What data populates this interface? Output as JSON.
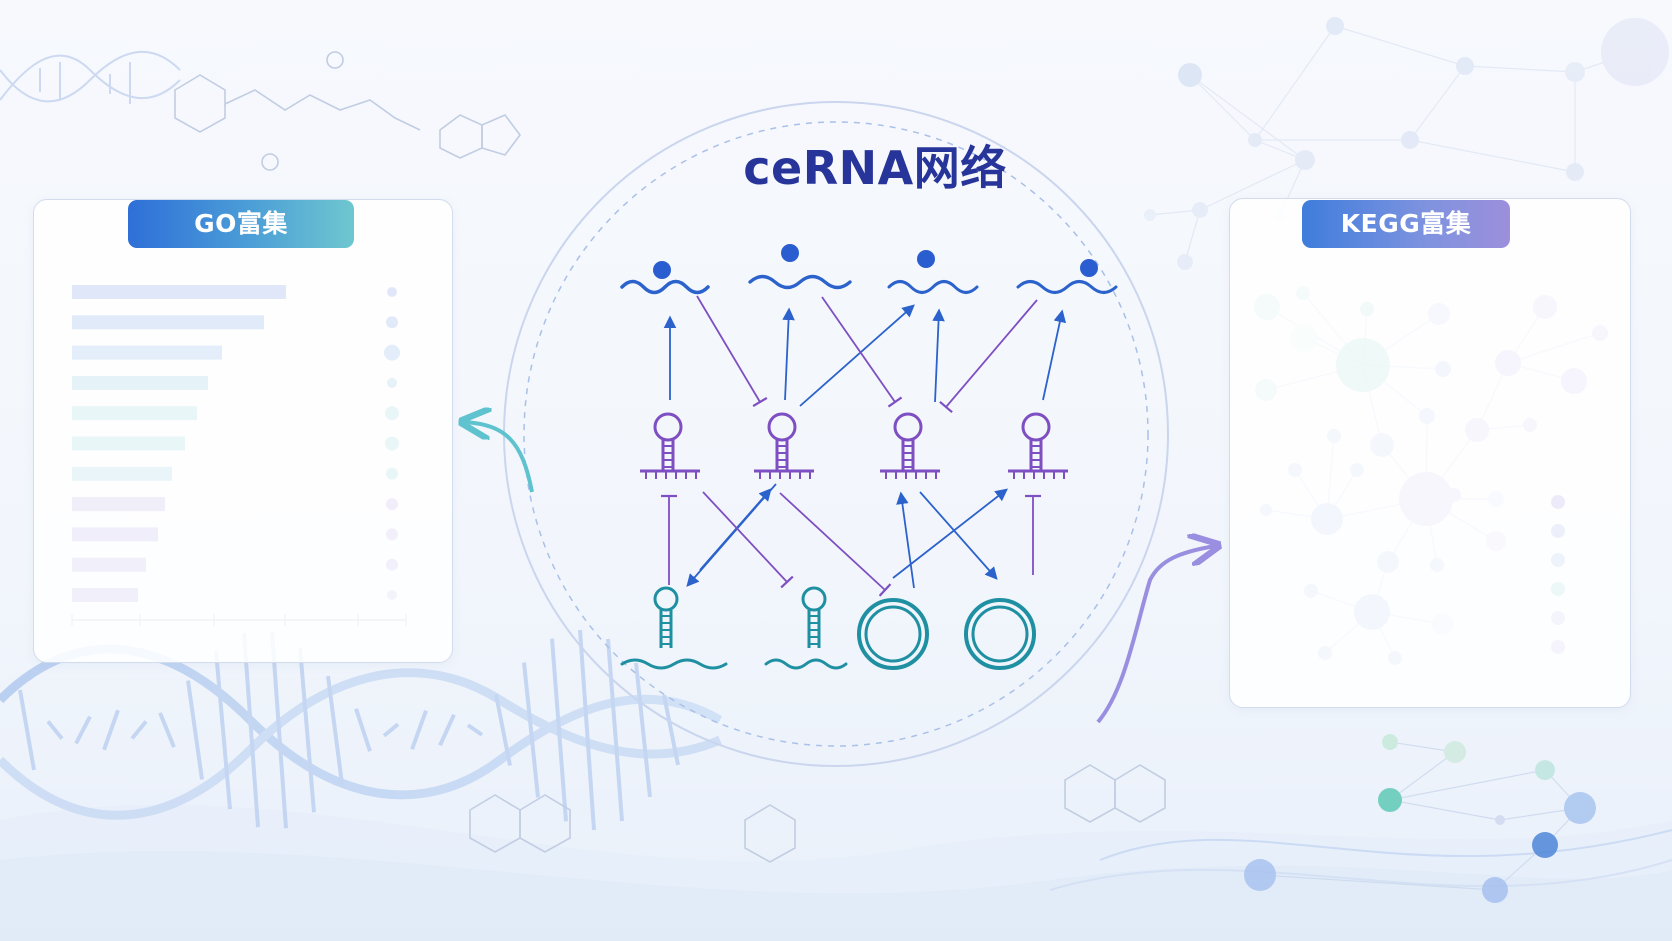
{
  "center": {
    "title": "ceRNA网络"
  },
  "go_panel": {
    "label": "GO富集",
    "bar_count": 11,
    "dot_count": 11
  },
  "kegg_panel": {
    "label": "KEGG富集",
    "legend_dot_count": 6
  },
  "colors": {
    "title_blue": "#27359a",
    "mirna_purple": "#7e4fc2",
    "mrna_blue": "#2b62cc",
    "lncrna_teal": "#1f8fa2",
    "arrow_teal": "#5ec3cf",
    "arrow_purple": "#9a8ee0"
  },
  "icons": [
    "dna-helix-icon",
    "molecule-structure-icon",
    "network-graph-icon",
    "mrna-strand-icon",
    "mirna-hairpin-icon",
    "circrna-ring-icon"
  ]
}
